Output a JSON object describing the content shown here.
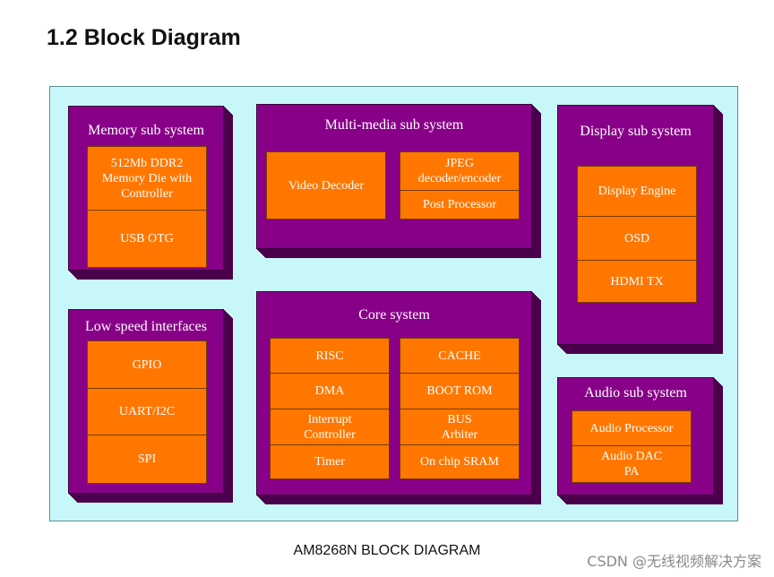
{
  "heading": "1.2  Block Diagram",
  "caption": "AM8268N BLOCK DIAGRAM",
  "watermark": "CSDN @无线视频解决方案",
  "colors": {
    "background": "#c8f7f9",
    "subsystem": "#880088",
    "subsystem_shadow": "#4a004a",
    "block": "#ff7700"
  },
  "subsystems": {
    "memory": {
      "label": "Memory sub system",
      "blocks": [
        "512Mb DDR2\nMemory Die with\nController",
        "USB OTG"
      ]
    },
    "multimedia": {
      "label": "Multi-media sub system",
      "blocks": [
        "Video Decoder",
        "JPEG\ndecoder/encoder",
        "Post Processor"
      ]
    },
    "display": {
      "label": "Display sub system",
      "blocks": [
        "Display Engine",
        "OSD",
        "HDMI TX"
      ]
    },
    "lowspeed": {
      "label": "Low speed interfaces",
      "blocks": [
        "GPIO",
        "UART/I2C",
        "SPI"
      ]
    },
    "core": {
      "label": "Core system",
      "left_blocks": [
        "RISC",
        "DMA",
        "Interrupt\nController",
        "Timer"
      ],
      "right_blocks": [
        "CACHE",
        "BOOT ROM",
        "BUS\nArbiter",
        "On chip SRAM"
      ]
    },
    "audio": {
      "label": "Audio sub system",
      "blocks": [
        "Audio Processor",
        "Audio DAC\nPA"
      ]
    }
  }
}
